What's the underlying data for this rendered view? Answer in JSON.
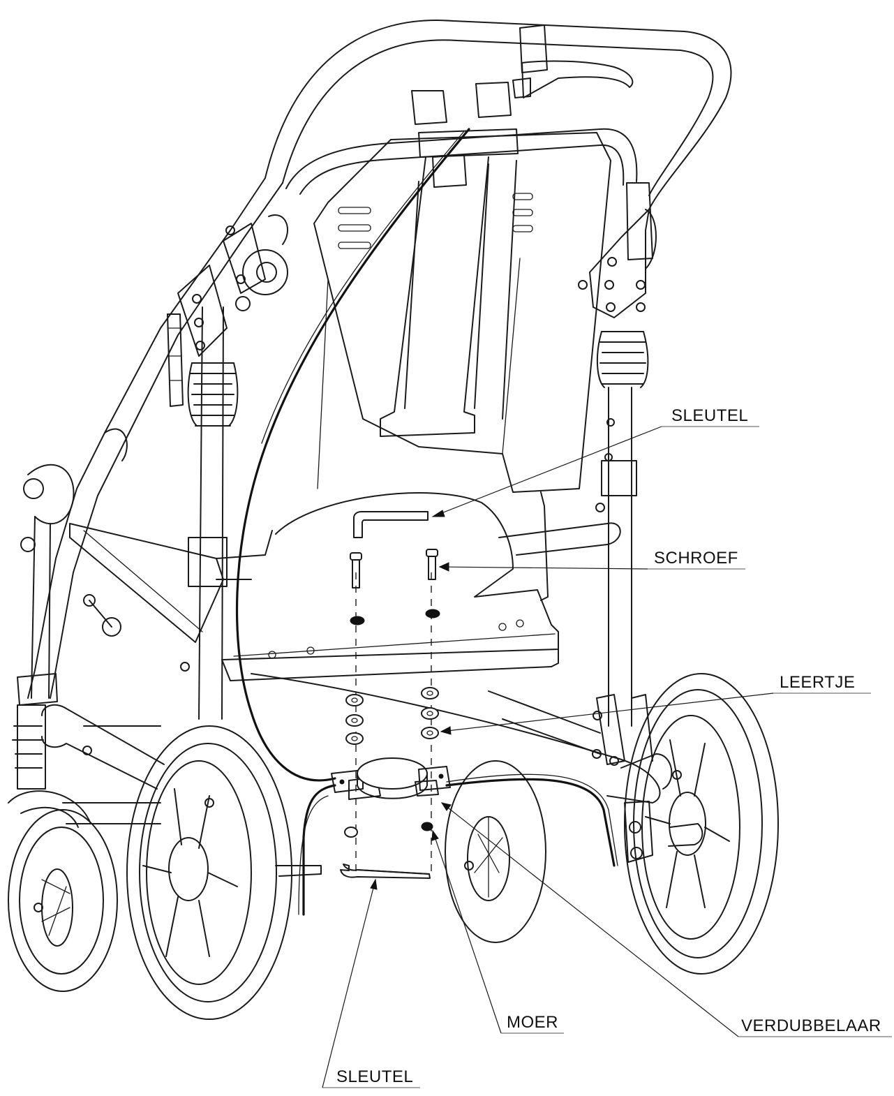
{
  "labels": {
    "sleutel_top": "SLEUTEL",
    "schroef": "SCHROEF",
    "leertje": "LEERTJE",
    "verdubbelaar": "VERDUBBELAAR",
    "moer": "MOER",
    "sleutel_bottom": "SLEUTEL"
  }
}
